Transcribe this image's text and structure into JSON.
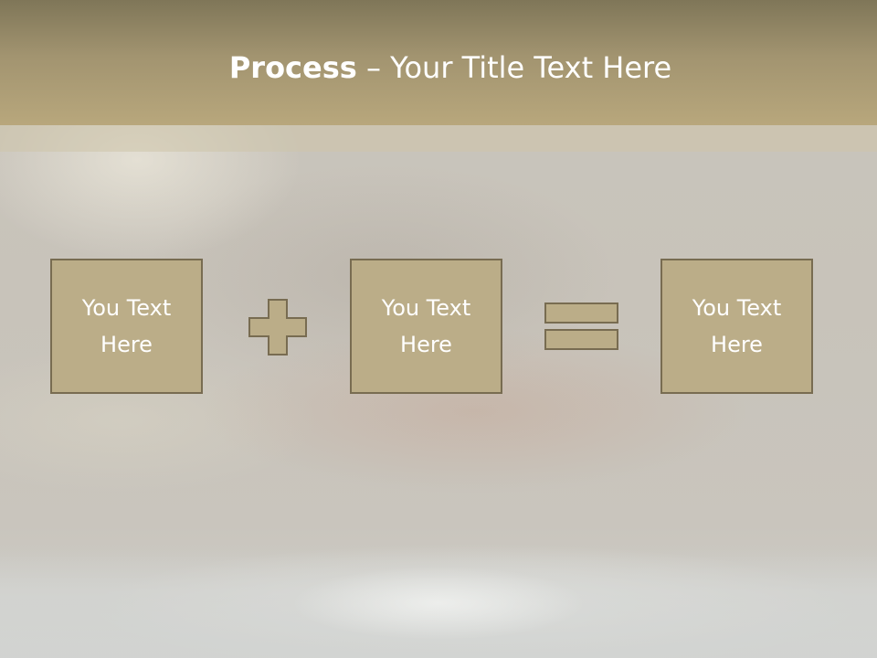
{
  "slide": {
    "title_bold": "Process",
    "title_rest": " – Your Title Text Here"
  },
  "process": {
    "boxes": [
      {
        "label": "You Text Here"
      },
      {
        "label": "You Text Here"
      },
      {
        "label": "You Text Here"
      }
    ],
    "operators": [
      "plus-icon",
      "equals-icon"
    ]
  },
  "colors": {
    "header": "#a29470",
    "box_fill": "#bbad88",
    "box_border": "#786c51",
    "text": "#ffffff"
  }
}
